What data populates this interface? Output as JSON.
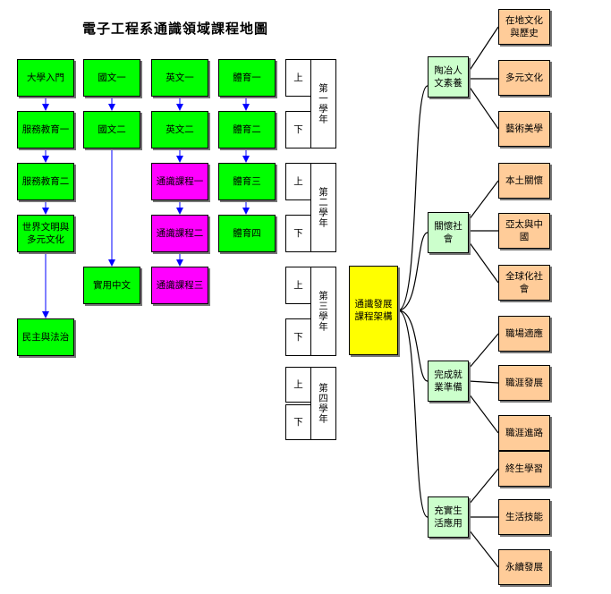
{
  "title": "電子工程系通識領域課程地圖",
  "colors": {
    "required": "#00ff00",
    "general": "#ff00ff",
    "category": "#ccffcc",
    "topic": "#ffcc99",
    "root": "#ffff00"
  },
  "columns": {
    "col1": [
      "大學入門",
      "服務教育一",
      "服務教育二",
      "世界文明與\n多元文化",
      "民主與法治"
    ],
    "col2": [
      "國文一",
      "國文二",
      "實用中文"
    ],
    "col3": [
      "英文一",
      "英文二",
      "通識課程一",
      "通識課程二",
      "通識課程三"
    ],
    "col4": [
      "體育一",
      "體育二",
      "體育三",
      "體育四"
    ]
  },
  "years": [
    {
      "label": "第一學年",
      "upper": "上",
      "lower": "下"
    },
    {
      "label": "第二學年",
      "upper": "上",
      "lower": "下"
    },
    {
      "label": "第三學年",
      "upper": "上",
      "lower": "下"
    },
    {
      "label": "第四學年",
      "upper": "上",
      "lower": "下"
    }
  ],
  "root": "通識發展\n課程架構",
  "branches": [
    {
      "label": "陶冶人\n文素養",
      "topics": [
        "在地文化\n與歷史",
        "多元文化",
        "藝術美學"
      ]
    },
    {
      "label": "關懷社\n會",
      "topics": [
        "本土關懷",
        "亞太與中\n國",
        "全球化社\n會"
      ]
    },
    {
      "label": "完成就\n業準備",
      "topics": [
        "職場適應",
        "職涯發展",
        "職涯進路"
      ]
    },
    {
      "label": "充實生\n活應用",
      "topics": [
        "終生學習",
        "生活技能",
        "永續發展"
      ]
    }
  ]
}
